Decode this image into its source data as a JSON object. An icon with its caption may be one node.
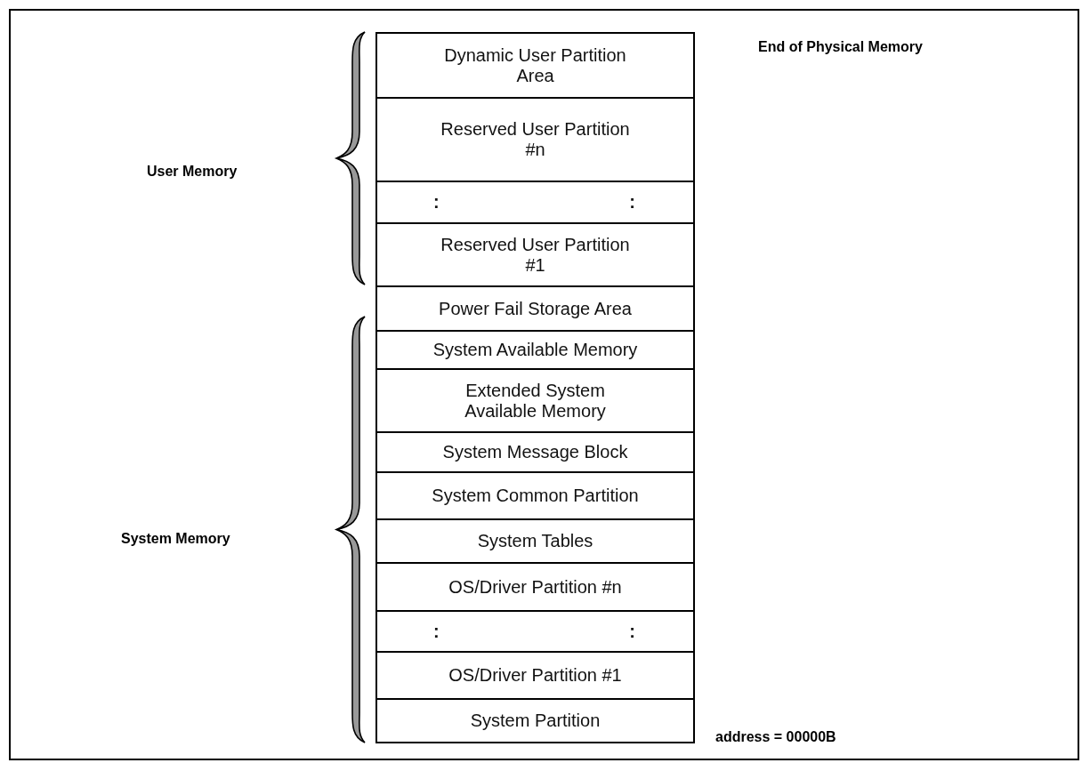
{
  "diagram": {
    "nodes": [
      {
        "text": [
          "Dynamic User Partition Area"
        ]
      },
      {
        "text": [
          "Reserved User Partition #n"
        ]
      },
      {
        "text": [
          ":",
          ":"
        ]
      },
      {
        "text": [
          "Reserved User Partition #1"
        ]
      },
      {
        "text": [
          "Power Fail Storage Area"
        ]
      },
      {
        "text": [
          "System Available Memory"
        ]
      },
      {
        "text": [
          "Extended System Available Memory"
        ]
      },
      {
        "text": [
          "System Message Block"
        ]
      },
      {
        "text": [
          "System Common Partition"
        ]
      },
      {
        "text": [
          "System Tables"
        ]
      },
      {
        "text": [
          "OS/Driver Partition #n"
        ]
      },
      {
        "text": [
          ":",
          ":"
        ]
      },
      {
        "text": [
          "OS/Driver Partition #1"
        ]
      },
      {
        "text": [
          "System Partition"
        ]
      },
      {
        "text": [],
        "shape": "brace"
      },
      {
        "text": [],
        "shape": "brace"
      }
    ],
    "labels": [
      "End of Physical Memory",
      "User Memory",
      "System Memory",
      "address = 00000B"
    ]
  }
}
